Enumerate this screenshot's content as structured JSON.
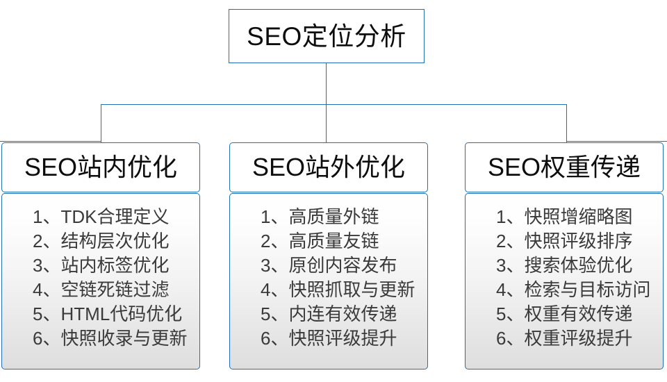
{
  "diagram": {
    "type": "org-tree",
    "title": "SEO定位分析",
    "root": {
      "label": "SEO定位分析"
    },
    "accent_color": "#1F6EB8",
    "header_text_color": "#0D0D0D",
    "list_text_color": "#3A3A3A",
    "branches": [
      {
        "header": "SEO站内优化",
        "items": [
          "1、TDK合理定义",
          "2、结构层次优化",
          "3、站内标签优化",
          "4、空链死链过滤",
          "5、HTML代码优化",
          "6、快照收录与更新"
        ]
      },
      {
        "header": "SEO站外优化",
        "items": [
          "1、高质量外链",
          "2、高质量友链",
          "3、原创内容发布",
          "4、快照抓取与更新",
          "5、内连有效传递",
          "6、快照评级提升"
        ]
      },
      {
        "header": "SEO权重传递",
        "items": [
          "1、快照增缩略图",
          "2、快照评级排序",
          "3、搜索体验优化",
          "4、检索与目标访问",
          "5、权重有效传递",
          "6、权重评级提升"
        ]
      }
    ]
  }
}
